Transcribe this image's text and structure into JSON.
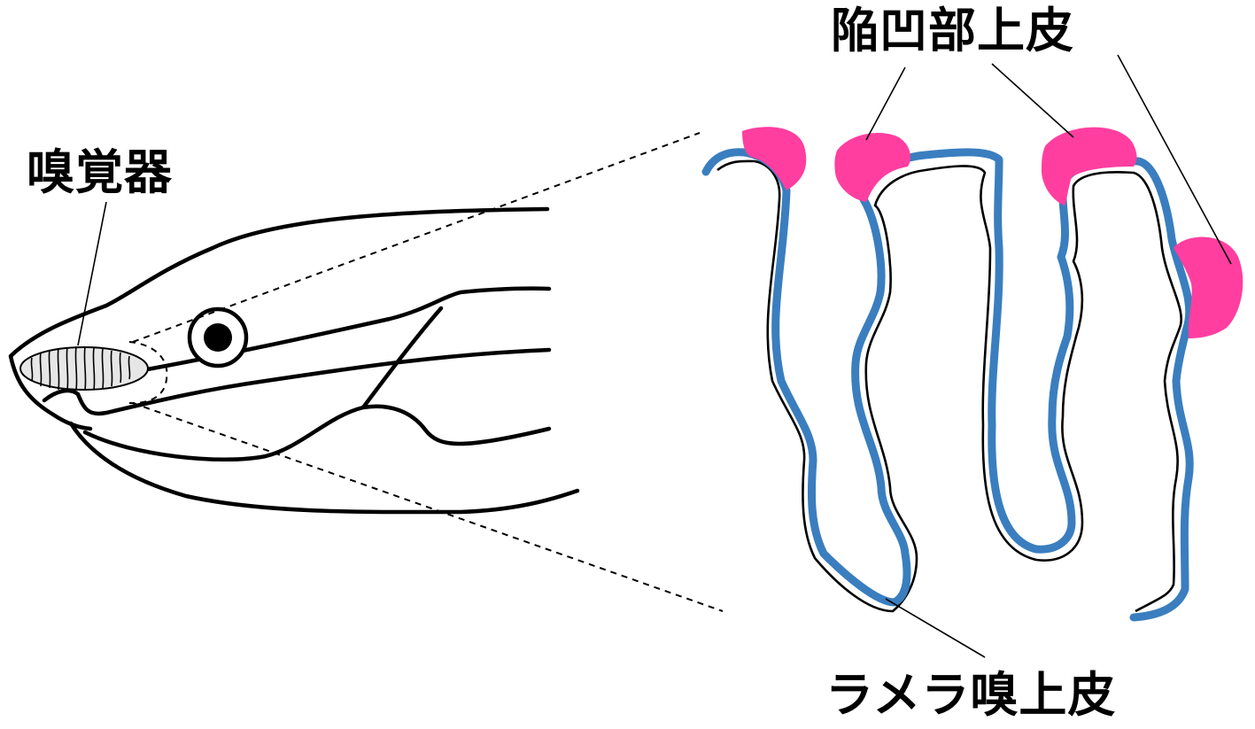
{
  "labels": {
    "olfactory_organ": "嗅覚器",
    "pit_epithelium": "陥凹部上皮",
    "lamellar_epithelium": "ラメラ嗅上皮"
  },
  "colors": {
    "lamellar_epithelium": "#3a7ebf",
    "pit_epithelium": "#ff3ea0",
    "outline": "#000000",
    "background": "#ffffff"
  }
}
